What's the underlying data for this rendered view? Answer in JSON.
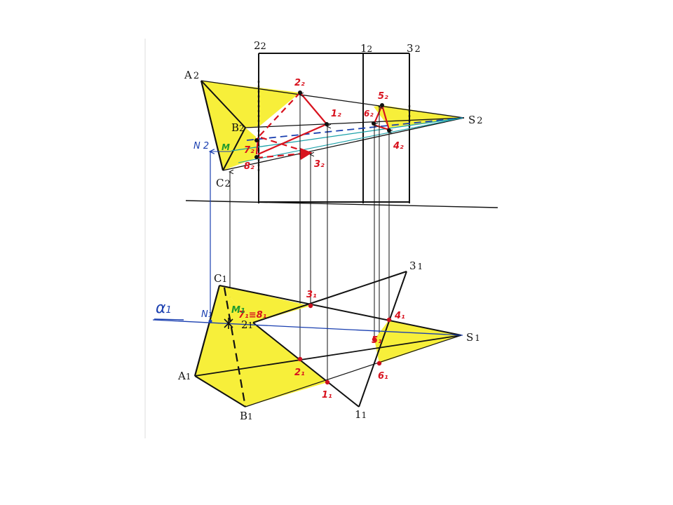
{
  "colors": {
    "yellow": "#f7ef3a",
    "ink": "#111111",
    "red": "#d8121e",
    "blue": "#1a3fb0",
    "green": "#1f9a2f",
    "teal": "#1aa0a8"
  },
  "labels": {
    "A2": "A",
    "A2_sub": "2",
    "B2": "B",
    "B2_sub": "2",
    "C2": "C",
    "C2_sub": "2",
    "S2": "S",
    "S2_sub": "2",
    "N2": "N 2",
    "M2": "M",
    "prism_2_2": "2",
    "prism_2_2_sub": "2",
    "prism_1_2": "1",
    "prism_1_2_sub": "2",
    "prism_3_2": "3",
    "prism_3_2_sub": "2",
    "p_2_2": "2₂",
    "p_1_2": "1₂",
    "p_5_2": "5₂",
    "p_6_2": "6₂",
    "p_4_2": "4₂",
    "p_3_2": "3₂",
    "p_7_2": "7₂",
    "p_8_2": "8₂",
    "A1": "A",
    "A1_sub": "1",
    "B1": "B",
    "B1_sub": "1",
    "C1": "C",
    "C1_sub": "1",
    "S1": "S",
    "S1_sub": "1",
    "N1": "N",
    "N1_sub": "1",
    "M1": "M",
    "M1_sub": "1",
    "prism_2_1": "2",
    "prism_2_1_sub": "1",
    "prism_1_1": "1",
    "prism_1_1_sub": "1",
    "prism_3_1": "3",
    "prism_3_1_sub": "1",
    "p_3_1": "3₁",
    "p_4_1": "4₁",
    "p_5_1": "5₁",
    "p_6_1": "6₁",
    "p_2_1": "2₁",
    "p_1_1": "1₁",
    "p_78_1": "7₁≡8₁",
    "alpha": "α",
    "alpha_sub": "1"
  }
}
